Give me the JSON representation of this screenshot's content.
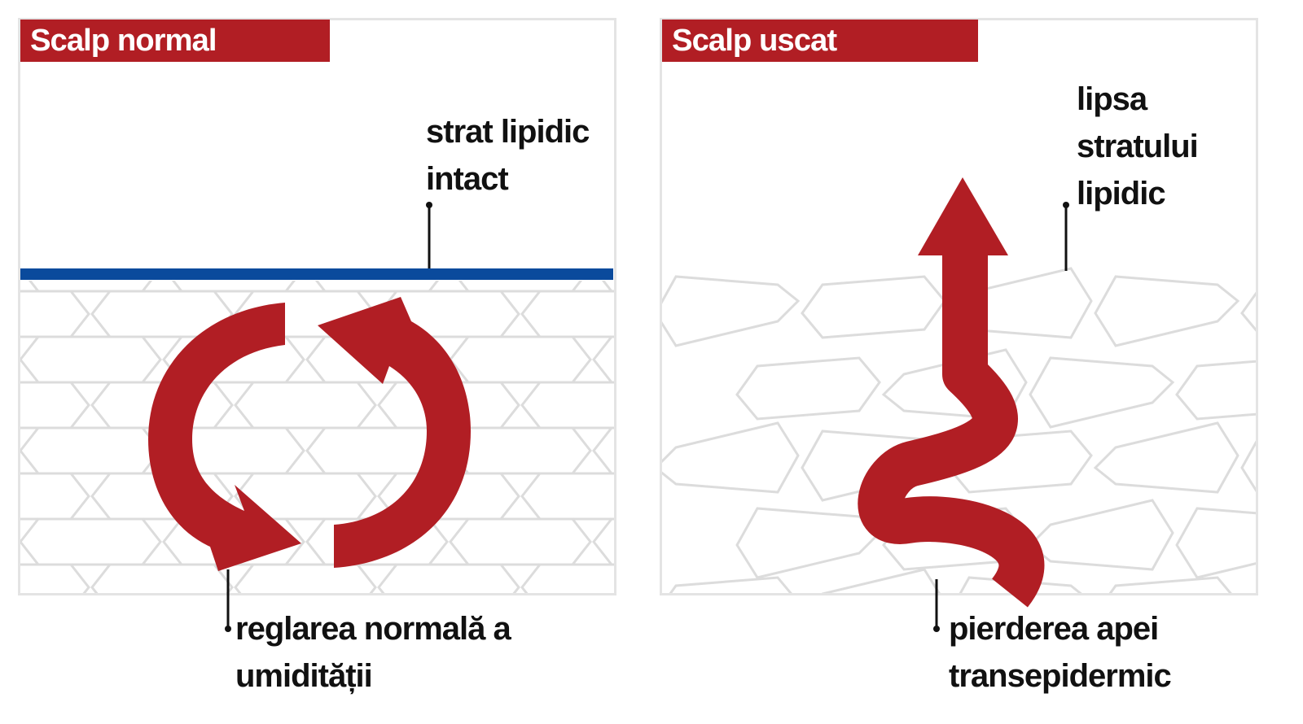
{
  "panels": {
    "left": {
      "title": "Scalp normal",
      "callout_top": [
        "strat lipidic",
        "intact"
      ],
      "callout_bottom": [
        "reglarea normală a",
        "umidității"
      ]
    },
    "right": {
      "title": "Scalp uscat",
      "callout_top": [
        "lipsa",
        "stratului",
        "lipidic"
      ],
      "callout_bottom": [
        "pierderea apei",
        "transepidermic"
      ]
    }
  },
  "colors": {
    "accent_red": "#b11e24",
    "lipid_layer_blue": "#0a4a9c",
    "cell_outline": "#dcdcdc",
    "panel_border": "#e4e4e4",
    "text": "#111111"
  }
}
